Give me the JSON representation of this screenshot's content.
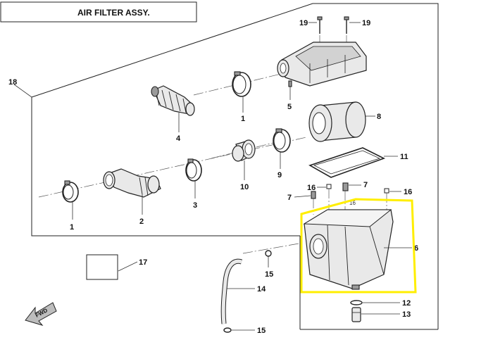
{
  "title": "AIR FILTER ASSY.",
  "highlight_color": "#ffee00",
  "labels": {
    "p1a": "1",
    "p1b": "1",
    "p2": "2",
    "p3": "3",
    "p4": "4",
    "p5": "5",
    "p6": "6",
    "p7a": "7",
    "p7b": "7",
    "p8": "8",
    "p9": "9",
    "p10": "10",
    "p11": "11",
    "p12": "12",
    "p13": "13",
    "p14": "14",
    "p15a": "15",
    "p15b": "15",
    "p16a": "16",
    "p16b": "16",
    "p17": "17",
    "p18": "18",
    "p19a": "19",
    "p19b": "19",
    "p16c": "16"
  },
  "fwd_label": "FWD",
  "icons": {
    "fwd": "fwd-arrow-icon"
  }
}
